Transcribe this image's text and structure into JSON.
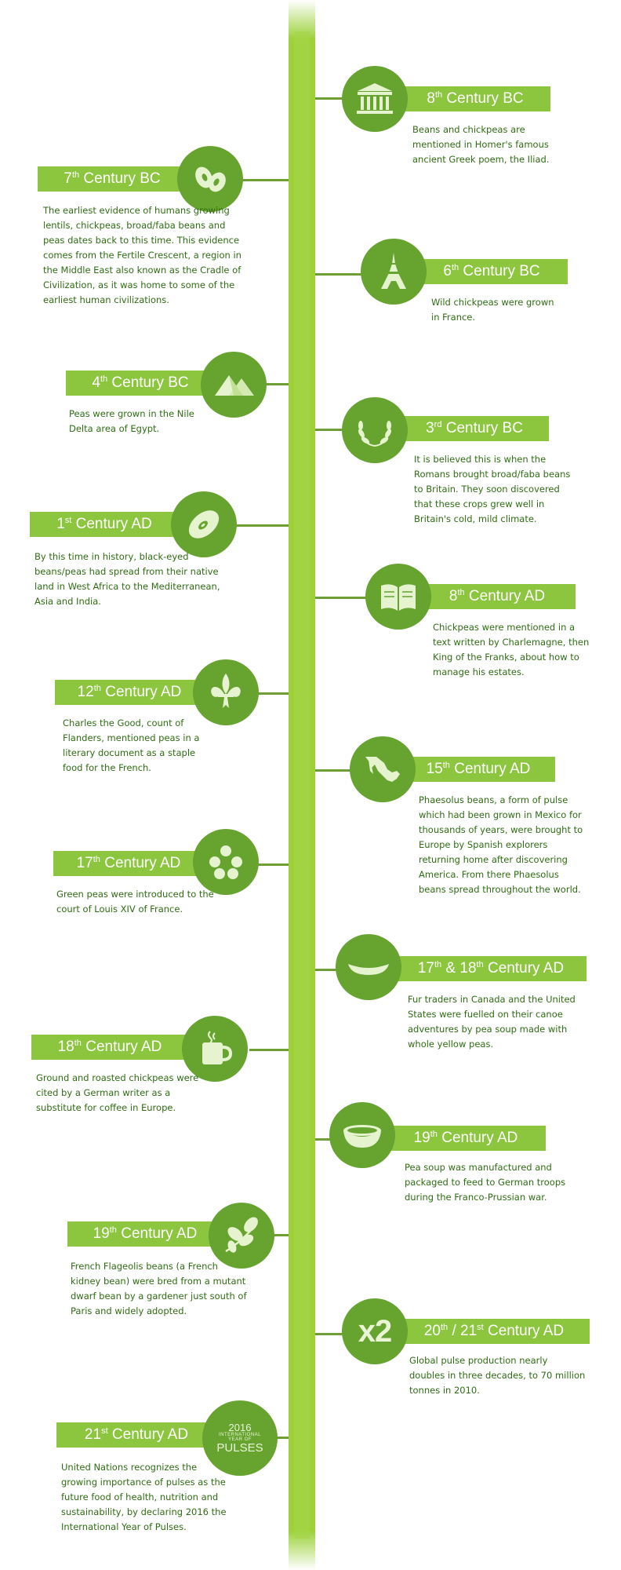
{
  "icons": {
    "8bc": "greek-temple-icon",
    "7bc": "beans-icon",
    "6bc": "eiffel-tower-icon",
    "4bc": "pyramids-icon",
    "3bc": "laurel-wreath-icon",
    "1ad": "black-eyed-pea-icon",
    "8ad": "open-book-icon",
    "12ad": "fleur-de-lis-icon",
    "15ad": "mexico-map-icon",
    "17ad": "peas-icon",
    "1718ad": "canoe-icon",
    "18ad": "coffee-mug-icon",
    "19ad_soup": "soup-bowl-icon",
    "19ad_plant": "bean-plant-icon",
    "2021ad": "x2-icon",
    "21ad": "international-year-of-pulses-logo"
  },
  "entries": {
    "8bc": {
      "num": "8",
      "sup": "th",
      "rest": " Century BC",
      "text": "Beans and chickpeas are mentioned in Homer's famous ancient Greek poem, the Iliad."
    },
    "7bc": {
      "num": "7",
      "sup": "th",
      "rest": " Century BC",
      "text": "The earliest evidence of humans growing lentils, chickpeas, broad/faba beans and peas dates back to this time. This evidence comes from the Fertile Crescent, a region in the Middle East also known as the Cradle of Civilization, as it was home to some of the earliest human civilizations."
    },
    "6bc": {
      "num": "6",
      "sup": "th",
      "rest": " Century BC",
      "text": "Wild chickpeas were grown in France."
    },
    "4bc": {
      "num": "4",
      "sup": "th",
      "rest": " Century BC",
      "text": "Peas were grown in the Nile Delta area of Egypt."
    },
    "3bc": {
      "num": "3",
      "sup": "rd",
      "rest": " Century BC",
      "text": "It is believed this is when the Romans brought broad/faba beans to Britain. They soon discovered that these crops grew well in Britain's cold, mild climate."
    },
    "1ad": {
      "num": "1",
      "sup": "st",
      "rest": " Century AD",
      "text": "By this time in history, black-eyed beans/peas had spread from their native land in West Africa to the Mediterranean, Asia and India."
    },
    "8ad": {
      "num": "8",
      "sup": "th",
      "rest": " Century AD",
      "text": "Chickpeas were mentioned in a text written by Charlemagne, then King of the Franks, about how to manage his estates."
    },
    "12ad": {
      "num": "12",
      "sup": "th",
      "rest": " Century AD",
      "text": "Charles the Good, count of Flanders, mentioned peas in a literary document as a staple food for the French."
    },
    "15ad": {
      "num": "15",
      "sup": "th",
      "rest": " Century AD",
      "text": "Phaesolus beans, a form of pulse which had been grown in Mexico for thousands of years, were brought to Europe by Spanish explorers returning home after discovering America. From there Phaesolus beans spread throughout the world."
    },
    "17ad": {
      "num": "17",
      "sup": "th",
      "rest": " Century AD",
      "text": "Green peas were introduced to the court of Louis XIV of France."
    },
    "1718ad": {
      "num": "17",
      "sup": "th",
      "mid": " & 18",
      "sup2": "th",
      "rest": " Century AD",
      "text": "Fur traders in Canada and the United States were fuelled on their canoe adventures by pea soup made with whole yellow peas."
    },
    "18ad": {
      "num": "18",
      "sup": "th",
      "rest": " Century AD",
      "text": "Ground and roasted chickpeas were cited by a German writer as a substitute for coffee in Europe."
    },
    "19ad_soup": {
      "num": "19",
      "sup": "th",
      "rest": " Century AD",
      "text": "Pea soup was manufactured and packaged to feed to German troops during the Franco-Prussian war."
    },
    "19ad_plant": {
      "num": "19",
      "sup": "th",
      "rest": " Century AD",
      "text": "French Flageolis beans (a French kidney bean) were bred from a mutant dwarf bean by a gardener just south of Paris and widely adopted."
    },
    "2021ad": {
      "num": "20",
      "sup": "th",
      "mid": " / 21",
      "sup2": "st",
      "rest": " Century AD",
      "text": "Global pulse production nearly doubles in three decades, to 70 million tonnes in 2010."
    },
    "21ad": {
      "num": "21",
      "sup": "st",
      "rest": " Century AD",
      "text": "United Nations recognizes the growing importance of pulses as the future food of health, nutrition and sustainability, by declaring 2016 the International Year of Pulses."
    }
  },
  "x2_text": "x2",
  "iyp_logo": {
    "year": "2016",
    "line1": "INTERNATIONAL",
    "line2": "YEAR OF",
    "word": "PULSES"
  }
}
